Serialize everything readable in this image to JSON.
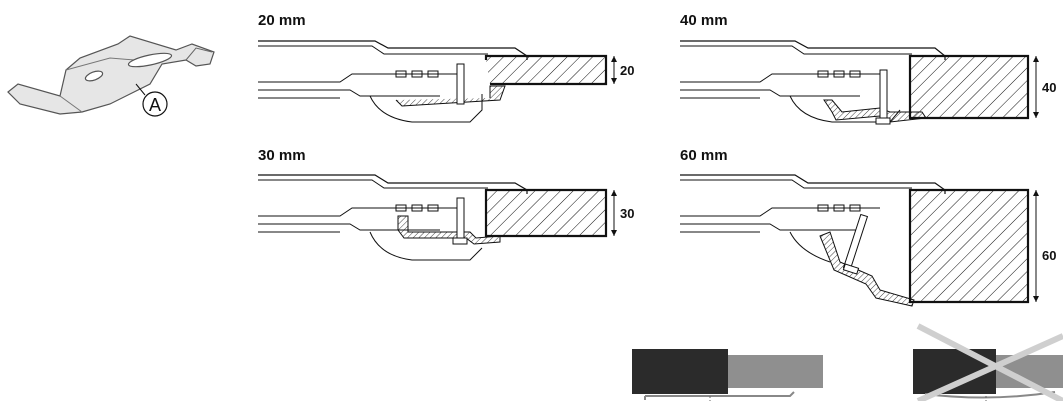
{
  "bracket": {
    "callout_letter": "A"
  },
  "panels": [
    {
      "id": "p20",
      "title": "20 mm",
      "dimension": "20"
    },
    {
      "id": "p40",
      "title": "40 mm",
      "dimension": "40"
    },
    {
      "id": "p30",
      "title": "30 mm",
      "dimension": "30"
    },
    {
      "id": "p60",
      "title": "60 mm",
      "dimension": "60"
    }
  ],
  "colors": {
    "line": "#111111",
    "worktop_dark": "#2b2b2b",
    "worktop_grey": "#8f8f8f",
    "cross": "#cfcfcf"
  }
}
